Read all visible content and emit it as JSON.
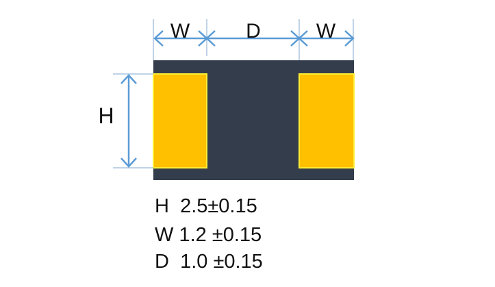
{
  "labels": {
    "w_left": "W",
    "d": "D",
    "w_right": "W",
    "h": "H"
  },
  "specs": [
    {
      "name": "H",
      "value": "2.5±0.15"
    },
    {
      "name": "W",
      "value": "1.2 ±0.15"
    },
    {
      "name": "D",
      "value": "1.0 ±0.15"
    }
  ],
  "colors": {
    "body": "#343d4b",
    "pad": "#ffc000",
    "pad_edge": "#ffee33",
    "dimension": "#5b9bd5"
  }
}
